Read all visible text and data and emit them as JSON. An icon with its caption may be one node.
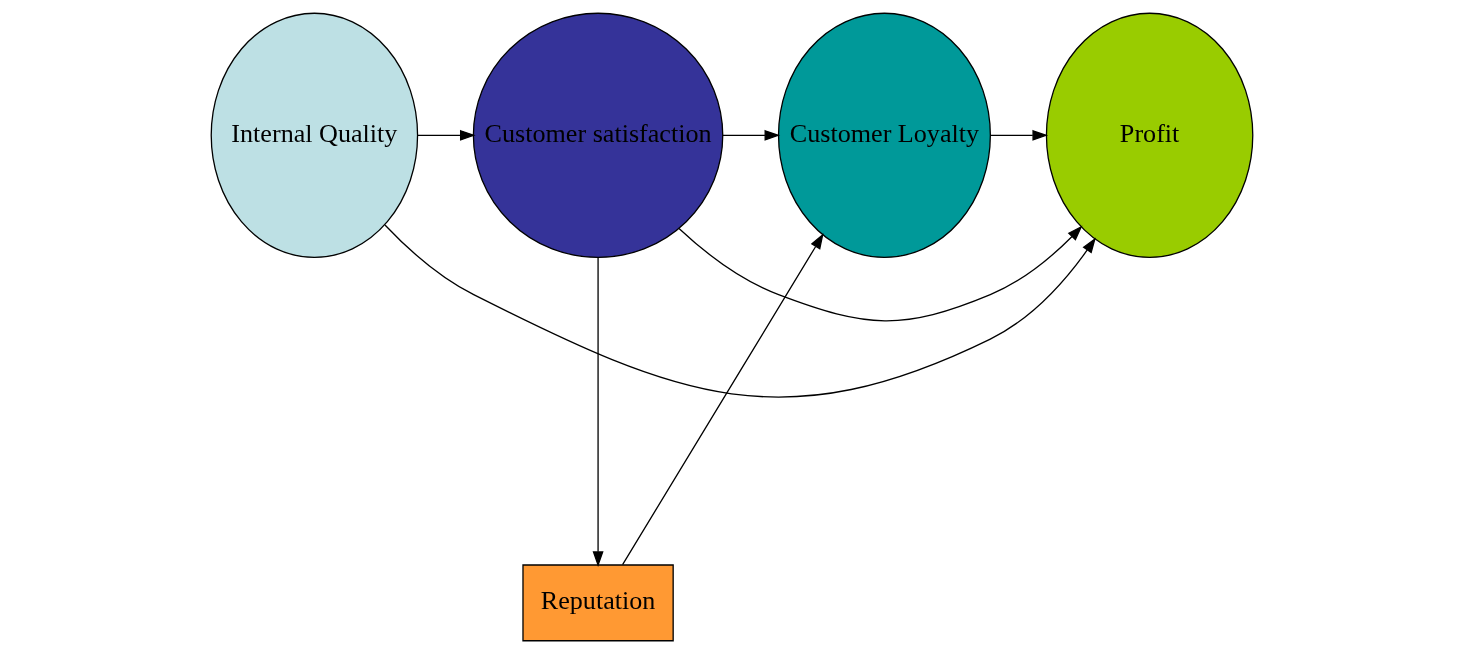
{
  "diagram": {
    "nodes": [
      {
        "text": [
          "Internal Quality"
        ]
      },
      {
        "text": [
          "Customer satisfaction"
        ]
      },
      {
        "text": [
          "Customer Loyalty"
        ]
      },
      {
        "text": [
          "Profit"
        ]
      },
      {
        "text": [
          "Reputation"
        ]
      }
    ],
    "edges": [
      {
        "from": 0,
        "to": 3,
        "arrow": "to"
      },
      {
        "from": 1,
        "to": 3,
        "arrow": "to"
      },
      {
        "from": 0,
        "to": 1,
        "arrow": "to"
      },
      {
        "from": 1,
        "to": 2,
        "arrow": "to"
      },
      {
        "from": 2,
        "to": 3,
        "arrow": "to"
      },
      {
        "from": 1,
        "to": 4,
        "arrow": "to"
      },
      {
        "from": 4,
        "to": 2,
        "arrow": "to"
      }
    ]
  }
}
